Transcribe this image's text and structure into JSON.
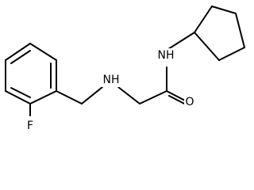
{
  "molecule": {
    "labels": {
      "fluorine": "F",
      "amine_n": "NH",
      "amide_n": "NH",
      "carbonyl_o": "O"
    }
  },
  "colors": {
    "background": "#ffffff",
    "bond": "#000000",
    "text": "#000000"
  }
}
